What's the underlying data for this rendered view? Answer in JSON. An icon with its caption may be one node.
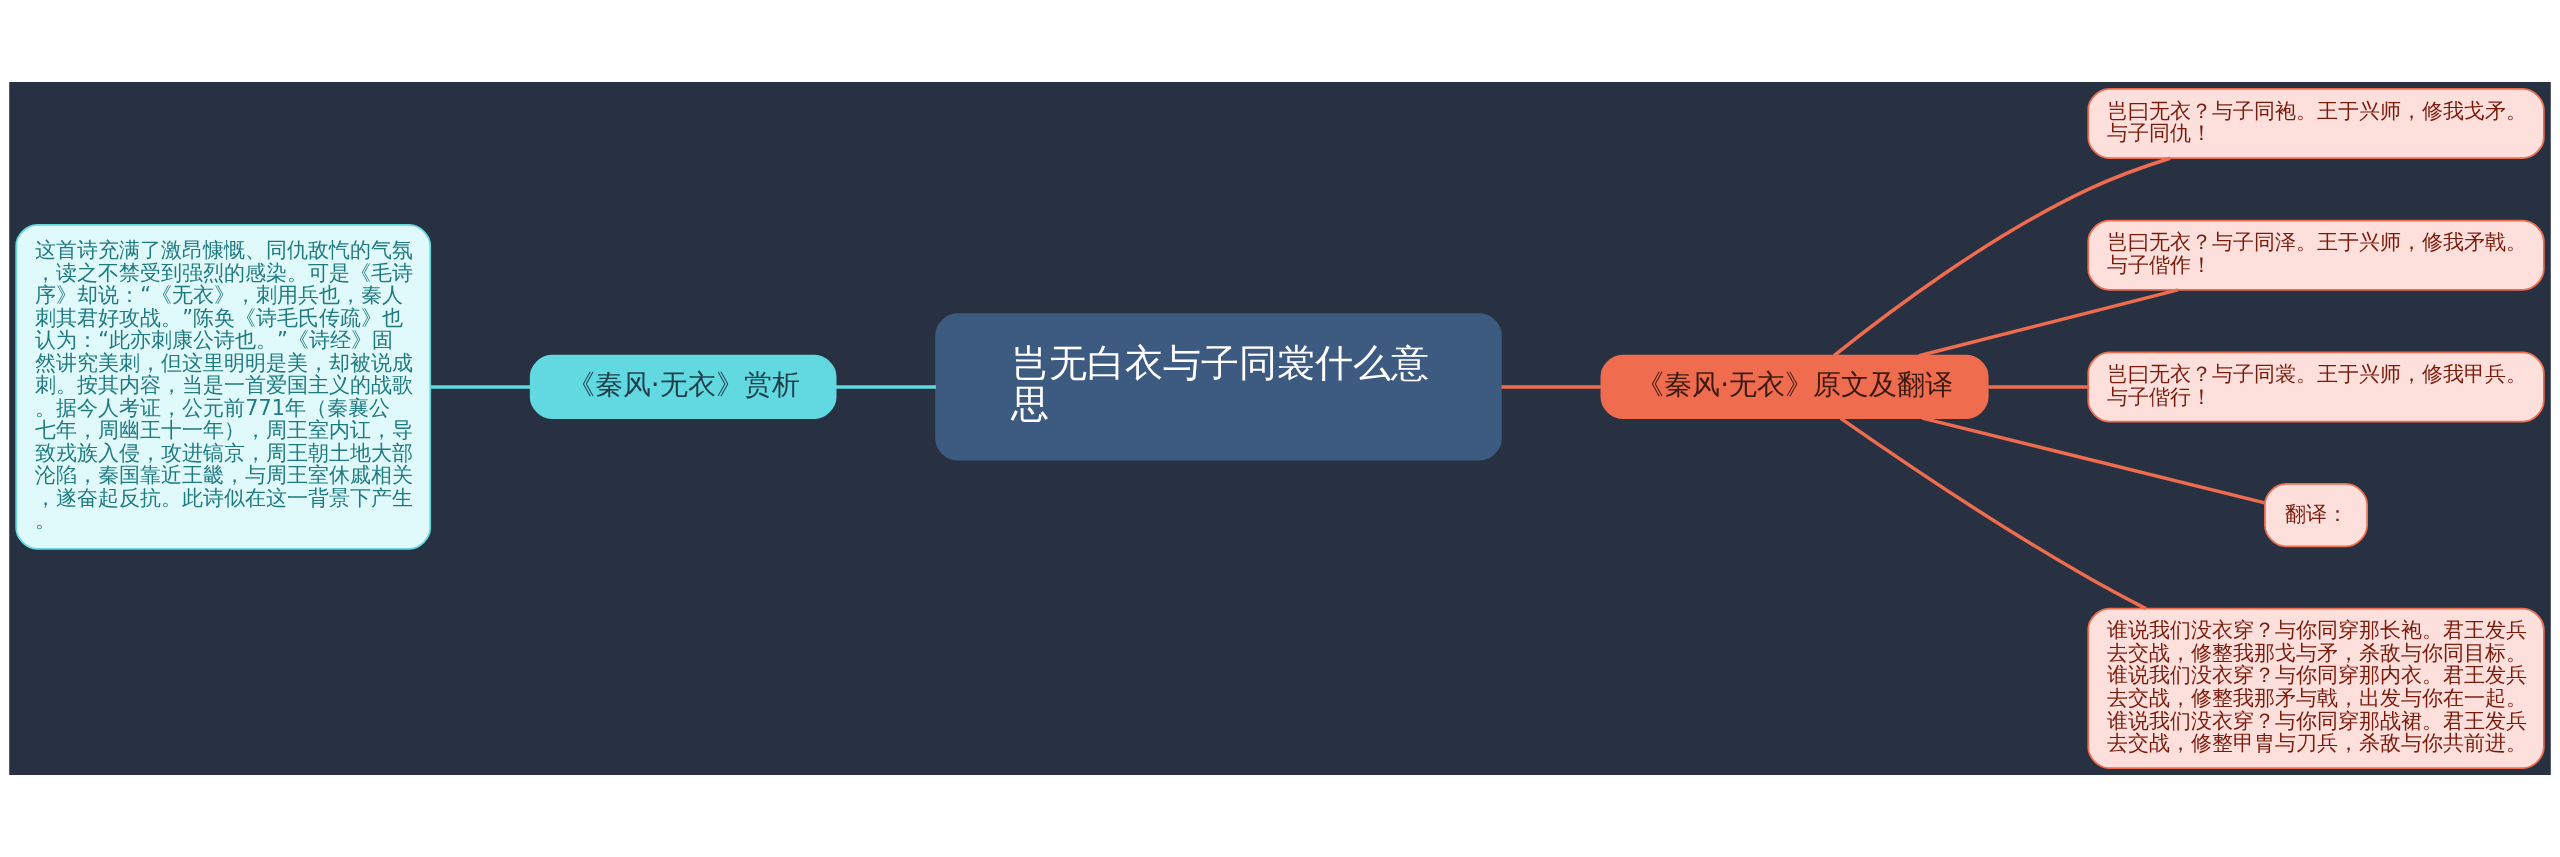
{
  "diagram": {
    "nodes": [
      {
        "text": [
          "岂无白衣与子同裳什么意思"
        ]
      },
      {
        "text": [
          "《秦风·无衣》赏析"
        ]
      },
      {
        "text": [
          "这首诗充满了激昂慷慨、同仇敌忾的气氛，读之不禁受到强烈的感染。可是《毛诗序》却说：“《无衣》，刺用兵也，秦人刺其君好攻战。”陈奂《诗毛氏传疏》也认为：“此亦刺康公诗也。”《诗经》固然讲究美刺，但这里明明是美，却被说成刺。按其内容，当是一首爱国主义的战歌。据今人考证，公元前771年（秦襄公七年，周幽王十一年），周王室内讧，导致戎族入侵，攻进镐京，周王朝土地大部沦陷，秦国靠近王畿，与周王室休戚相关，遂奋起反抗。此诗似在这一背景下产生。"
        ]
      },
      {
        "text": [
          "《秦风·无衣》原文及翻译"
        ]
      },
      {
        "text": [
          "岂曰无衣？与子同袍。王于兴师，修我戈矛。与子同仇！"
        ]
      },
      {
        "text": [
          "岂曰无衣？与子同泽。王于兴师，修我矛戟。与子偕作！"
        ]
      },
      {
        "text": [
          "岂曰无衣？与子同裳。王于兴师，修我甲兵。与子偕行！"
        ]
      },
      {
        "text": [
          "翻译："
        ]
      },
      {
        "text": [
          "谁说我们没衣穿？与你同穿那长袍。君王发兵去交战，修整我那戈与矛，杀敌与你同目标。谁说我们没衣穿？与你同穿那内衣。君王发兵去交战，修整我那矛与戟，出发与你在一起。谁说我们没衣穿？与你同穿那战裙。君王发兵去交战，修整甲胄与刀兵，杀敌与你共前进。"
        ]
      }
    ],
    "edges": [
      {
        "from": 0,
        "to": 1,
        "arrow": "none",
        "color": "#5fd8e0"
      },
      {
        "from": 1,
        "to": 2,
        "arrow": "none",
        "color": "#5fd8e0"
      },
      {
        "from": 0,
        "to": 3,
        "arrow": "none"
      },
      {
        "from": 3,
        "to": 4,
        "arrow": "none"
      },
      {
        "from": 3,
        "to": 5,
        "arrow": "none"
      },
      {
        "from": 3,
        "to": 6,
        "arrow": "none"
      },
      {
        "from": 3,
        "to": 7,
        "arrow": "none"
      },
      {
        "from": 3,
        "to": 8,
        "arrow": "none"
      }
    ]
  }
}
